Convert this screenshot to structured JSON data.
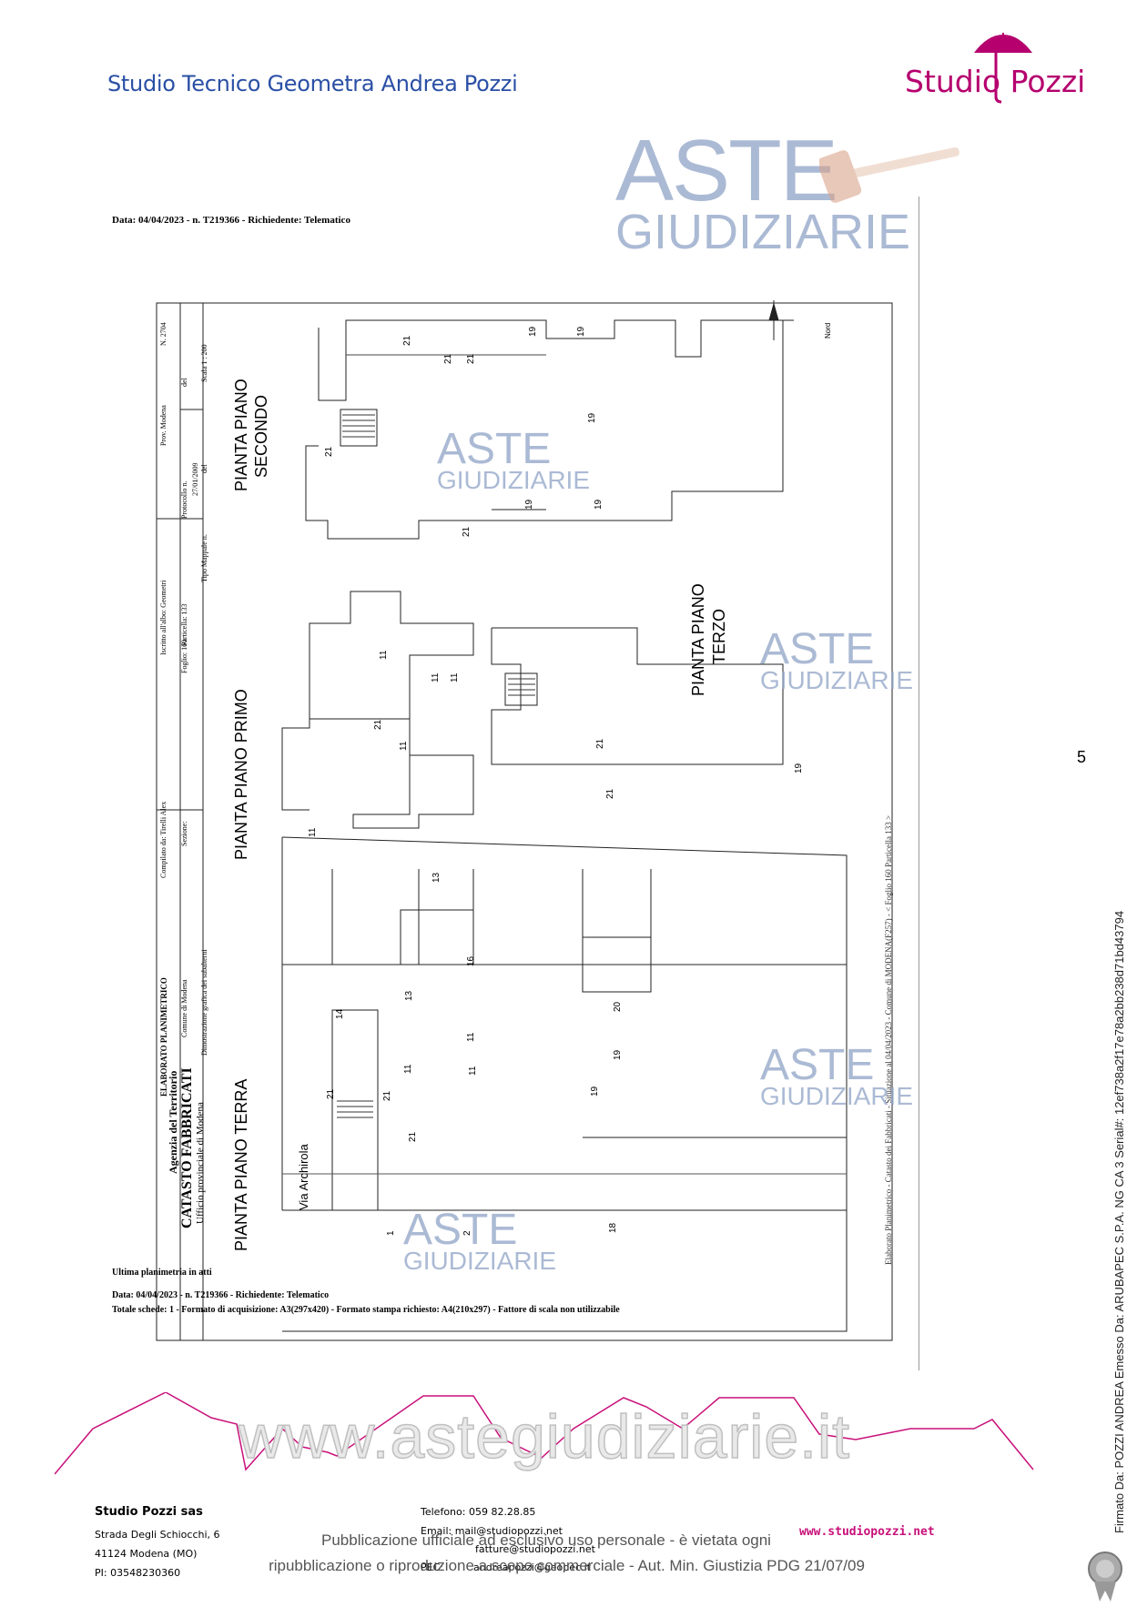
{
  "header": {
    "studio_title": "Studio Tecnico Geometra Andrea Pozzi",
    "logo_text": "Studio Pozzi"
  },
  "document": {
    "date_line_top": "Data: 04/04/2023 - n. T219366 - Richiedente: Telematico",
    "elaborato": "ELABORATO PLANIMETRICO",
    "comune_di": "Comune di Modena",
    "dimostrazione": "Dimostrazione grafica dei subalterni",
    "compilato": "Compilato da: Tirelli Alex",
    "sezione": "Sezione:",
    "iscritto": "Iscritto all'albo: Geometri",
    "foglio": "Foglio: 160",
    "particella": "Particella: 133",
    "prov": "Prov. Modena",
    "n": "N. 2704",
    "protocollo": "Protocollo n.",
    "tipo_mappale": "Tipo Mappale n.",
    "del": "del",
    "del2": "del",
    "prot_date": "27/01/2009",
    "scala": "Scala 1 : 200",
    "agenzia": "Agenzia del Territorio",
    "catasto": "CATASTO FABBRICATI",
    "ufficio": "Ufficio provinciale di Modena",
    "ultima": "Ultima planimetria in atti",
    "date_line_bottom": "Data: 04/04/2023 - n. T219366 - Richiedente: Telematico",
    "totale": "Totale schede: 1 - Formato di acquisizione: A3(297x420) - Formato stampa richiesto: A4(210x297) - Fattore di scala non utilizzabile",
    "side_note": "Elaborato Planimetrico - Catasto dei Fabbricati - Situazione al 04/04/2023 - Comune di MODENA(F257) - < Foglio 160 Particella 133 >",
    "nord": "Nord",
    "via": "Via Archirola",
    "piano_terra": "PIANTA PIANO TERRA",
    "piano_primo": "PIANTA PIANO PRIMO",
    "piano_secondo_1": "PIANTA PIANO",
    "piano_secondo_2": "SECONDO",
    "piano_terzo_1": "PIANTA PIANO",
    "piano_terzo_2": "TERZO"
  },
  "watermarks": {
    "aste": "ASTE",
    "giudiziarie": "GIUDIZIARIE",
    "site": "www.astegiudiziarie.it"
  },
  "page_number": "5",
  "signature": "Firmato Da: POZZI ANDREA Emesso Da: ARUBAPEC S.P.A. NG CA 3 Serial#: 12ef738a2f17e78a2bb238d71bd43794",
  "footer": {
    "company": "Studio Pozzi sas",
    "address1": "Strada Degli Schiocchi, 6",
    "address2": "41124 Modena (MO)",
    "pi": "PI: 03548230360",
    "telefono": "Telefono: 059 82.28.85",
    "email": "Email:      mail@studiopozzi.net",
    "email2": "fatture@studiopozzi.net",
    "pec_label": "PEC:",
    "pec": "andreapozzi@geopec.it",
    "website": "www.studiopozzi.net",
    "pub_line1": "Pubblicazione ufficiale ad esclusivo uso personale - è vietata ogni",
    "pub_line2": "ripubblicazione o riproduzione a scopo commerciale - Aut. Min. Giustizia PDG 21/07/09"
  },
  "plan_labels": [
    "21",
    "21",
    "21",
    "19",
    "19",
    "19",
    "21",
    "19",
    "19",
    "21",
    "11",
    "11",
    "11",
    "21",
    "11",
    "11",
    "13",
    "21",
    "21",
    "19",
    "16",
    "14",
    "13",
    "20",
    "11",
    "11",
    "19",
    "19",
    "21",
    "11",
    "21",
    "21",
    "1",
    "2",
    "18"
  ],
  "colors": {
    "header_blue": "#2a4fa5",
    "brand_magenta": "#b5006e",
    "watermark": "#8fa3c6"
  }
}
